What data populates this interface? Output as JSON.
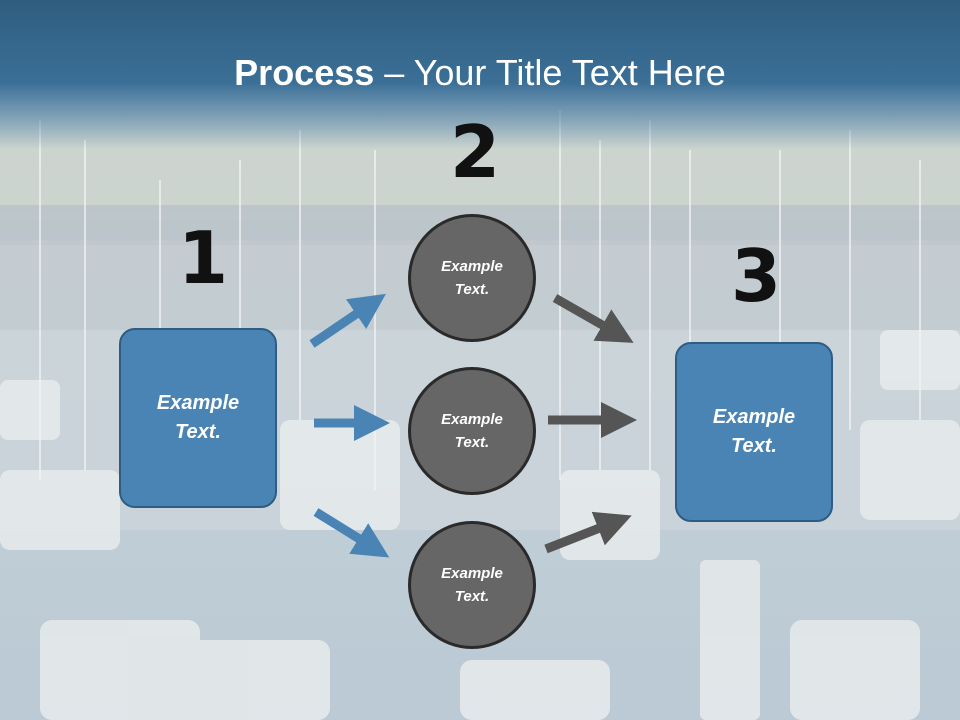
{
  "title": {
    "bold": "Process",
    "rest": " – Your Title Text Here"
  },
  "steps": [
    {
      "number": "1",
      "text": "Example Text."
    },
    {
      "number": "2"
    },
    {
      "number": "3",
      "text": "Example Text."
    }
  ],
  "circles": [
    {
      "text": "Example Text."
    },
    {
      "text": "Example Text."
    },
    {
      "text": "Example Text."
    }
  ],
  "colors": {
    "title_bar": "#3b6f96",
    "box_fill": "#4a84b4",
    "circle_fill": "#666666",
    "arrow_blue": "#4a84b4",
    "arrow_gray": "#555555"
  }
}
